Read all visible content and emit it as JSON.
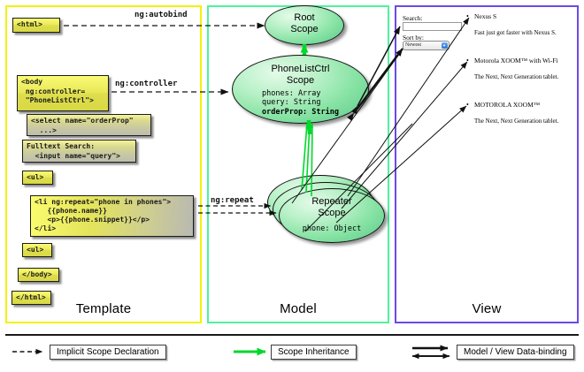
{
  "panels": {
    "template": {
      "label": "Template",
      "border_color": "#f2f20a",
      "boxes": {
        "html_open": "<html>",
        "body_open": "<body\n ng:controller=\n \"PhoneListCtrl\">",
        "select": "<select name=\"orderProp\"\n  ...>",
        "fulltext": "Fulltext Search:\n  <input name=\"query\">",
        "ul_open": "<ul>",
        "li_repeat": "<li ng:repeat=\"phone in phones\">\n   {{phone.name}}\n   <p>{{phone.snippet}}</p>\n</li>",
        "ul_close": "<ul>",
        "body_close": "</body>",
        "html_close": "</html>"
      }
    },
    "model": {
      "label": "Model",
      "border_color": "#4ef2a0",
      "scopes": [
        {
          "name": "root-scope",
          "title": "Root\nScope",
          "title_lines": [
            "Root",
            "Scope"
          ],
          "props": []
        },
        {
          "name": "phonelistctrl-scope",
          "title_lines": [
            "PhoneListCtrl",
            "Scope"
          ],
          "props": [
            {
              "text": "phones: Array",
              "bold": false
            },
            {
              "text": "query: String",
              "bold": false
            },
            {
              "text": "orderProp: String",
              "bold": true
            }
          ]
        },
        {
          "name": "repeater-scope",
          "title_lines": [
            "Repeater",
            "Scope"
          ],
          "props": [
            {
              "text": "phone: Object",
              "bold": false
            }
          ]
        }
      ]
    },
    "view": {
      "label": "View",
      "border_color": "#6a49e8",
      "search_label": "Search:",
      "search_value": "",
      "sort_label": "Sort by:",
      "sort_value": "Newest",
      "phones": [
        {
          "name": "Nexus S",
          "snippet": "Fast just got faster with Nexus S."
        },
        {
          "name": "Motorola XOOM™  with Wi-Fi",
          "snippet": "The Next, Next Generation tablet."
        },
        {
          "name": "MOTOROLA XOOM™",
          "snippet": "The Next, Next Generation tablet."
        }
      ]
    }
  },
  "edges": {
    "autobind": "ng:autobind",
    "controller": "ng:controller",
    "repeat": "ng:repeat"
  },
  "legend": {
    "implicit": "Implicit Scope Declaration",
    "inheritance": "Scope Inheritance",
    "databinding": "Model / View Data-binding",
    "inheritance_color": "#00d82b",
    "dash_color": "#111111"
  }
}
